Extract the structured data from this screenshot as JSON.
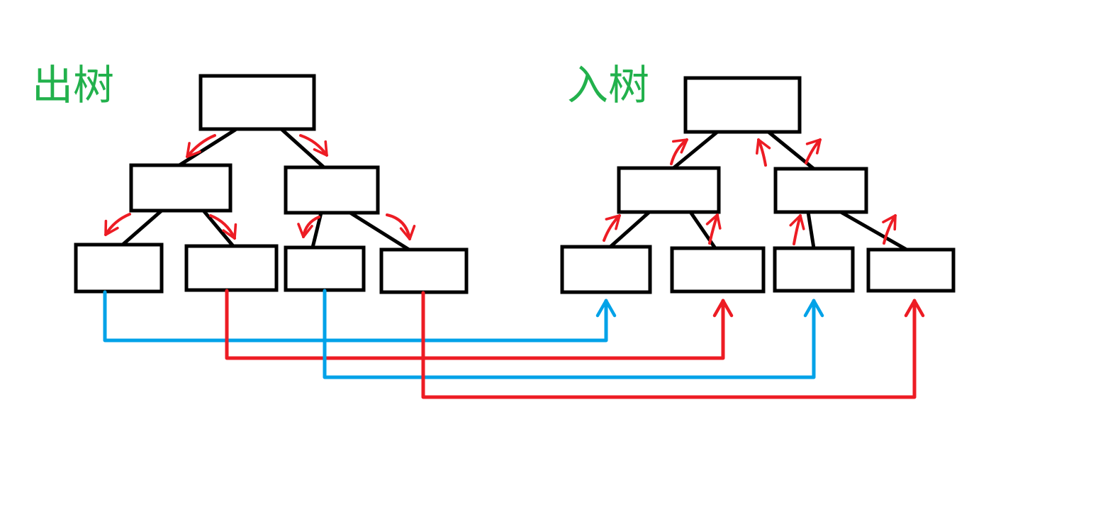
{
  "colors": {
    "label-green": "#22b14c",
    "ink-black": "#000000",
    "arrow-red": "#ed1c24",
    "link-blue": "#00a2e8",
    "paper-white": "#ffffff"
  },
  "left_tree": {
    "label": "出树",
    "node_count": 7,
    "levels": [
      1,
      2,
      4
    ],
    "edge_arrow_direction": "downward (parent to child), drawn as small red curved arrows on each edge"
  },
  "right_tree": {
    "label": "入树",
    "node_count": 7,
    "levels": [
      1,
      2,
      4
    ],
    "edge_arrow_direction": "upward (child to parent), drawn as small red curved arrows on each edge"
  },
  "cross_links": [
    {
      "from": "left-tree-leaf-1",
      "to": "right-tree-leaf-1",
      "color": "#00a2e8",
      "arrow": "into bottom of right leaf 1"
    },
    {
      "from": "left-tree-leaf-2",
      "to": "right-tree-leaf-2",
      "color": "#ed1c24",
      "arrow": "into bottom of right leaf 2"
    },
    {
      "from": "left-tree-leaf-3",
      "to": "right-tree-leaf-3",
      "color": "#00a2e8",
      "arrow": "into bottom of right leaf 3"
    },
    {
      "from": "left-tree-leaf-4",
      "to": "right-tree-leaf-4",
      "color": "#ed1c24",
      "arrow": "into bottom of right leaf 4"
    }
  ]
}
